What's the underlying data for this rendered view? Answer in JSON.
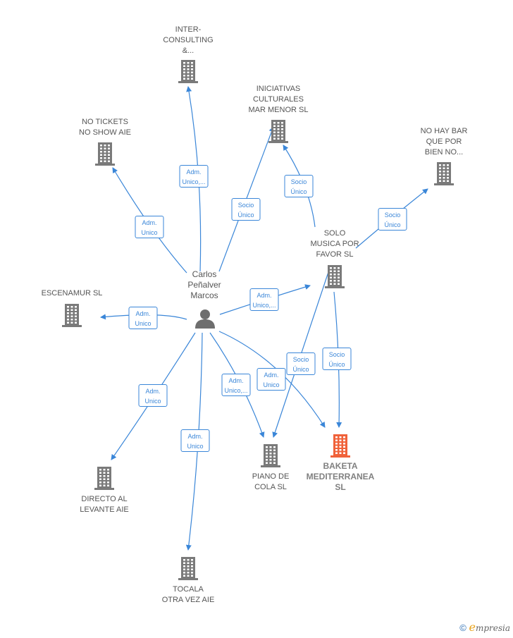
{
  "person": {
    "name_lines": [
      "Carlos",
      "Peñalver",
      "Marcos"
    ]
  },
  "companies": [
    {
      "id": "inter",
      "lines": [
        "INTER-",
        "CONSULTING",
        "&..."
      ],
      "highlight": false
    },
    {
      "id": "iniciativas",
      "lines": [
        "INICIATIVAS",
        "CULTURALES",
        "MAR MENOR  SL"
      ],
      "highlight": false
    },
    {
      "id": "notickets",
      "lines": [
        "NO TICKETS",
        "NO SHOW  AIE"
      ],
      "highlight": false
    },
    {
      "id": "nohaybar",
      "lines": [
        "NO HAY BAR",
        "QUE POR",
        "BIEN NO..."
      ],
      "highlight": false
    },
    {
      "id": "solo",
      "lines": [
        "SOLO",
        "MUSICA POR",
        "FAVOR  SL"
      ],
      "highlight": false
    },
    {
      "id": "escenamur",
      "lines": [
        "ESCENAMUR SL"
      ],
      "highlight": false
    },
    {
      "id": "directo",
      "lines": [
        "DIRECTO AL",
        "LEVANTE  AIE"
      ],
      "highlight": false
    },
    {
      "id": "piano",
      "lines": [
        "PIANO DE",
        "COLA  SL"
      ],
      "highlight": false
    },
    {
      "id": "baketa",
      "lines": [
        "BAKETA",
        "MEDITERRANEA",
        "SL"
      ],
      "highlight": true
    },
    {
      "id": "tocala",
      "lines": [
        "TOCALA",
        "OTRA VEZ  AIE"
      ],
      "highlight": false
    }
  ],
  "edges": [
    {
      "from": "person",
      "to": "inter",
      "label": [
        "Adm.",
        "Unico,..."
      ]
    },
    {
      "from": "person",
      "to": "iniciativas",
      "label": [
        "Socio",
        "Único"
      ]
    },
    {
      "from": "person",
      "to": "notickets",
      "label": [
        "Adm.",
        "Unico"
      ]
    },
    {
      "from": "solo",
      "to": "nohaybar",
      "label": [
        "Socio",
        "Único"
      ]
    },
    {
      "from": "solo",
      "to": "iniciativas",
      "label": [
        "Socio",
        "Único"
      ]
    },
    {
      "from": "person",
      "to": "solo",
      "label": [
        "Adm.",
        "Unico,..."
      ]
    },
    {
      "from": "person",
      "to": "escenamur",
      "label": [
        "Adm.",
        "Unico"
      ]
    },
    {
      "from": "person",
      "to": "directo",
      "label": [
        "Adm.",
        "Unico"
      ]
    },
    {
      "from": "person",
      "to": "piano",
      "label": [
        "Adm.",
        "Unico,..."
      ]
    },
    {
      "from": "solo",
      "to": "piano",
      "label": [
        "Socio",
        "Único"
      ]
    },
    {
      "from": "person",
      "to": "baketa",
      "label": [
        "Adm.",
        "Unico"
      ]
    },
    {
      "from": "solo",
      "to": "baketa",
      "label": [
        "Socio",
        "Único"
      ]
    },
    {
      "from": "person",
      "to": "tocala",
      "label": [
        "Adm.",
        "Unico"
      ]
    }
  ],
  "colors": {
    "edge": "#3a86d8",
    "building": "#7a7a7a",
    "highlight": "#f0623a",
    "person": "#6e6e6e"
  },
  "footer": {
    "copyright": "©",
    "brand_initial": "e",
    "brand_rest": "mpresia"
  }
}
